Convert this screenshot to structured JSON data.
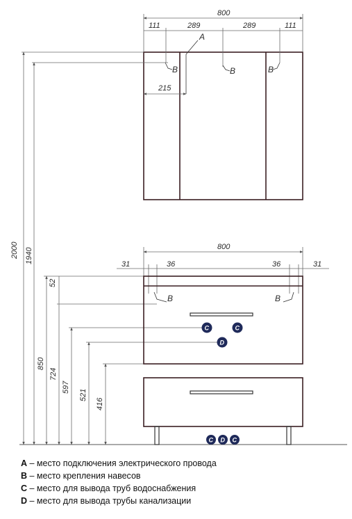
{
  "top_cabinet": {
    "width": "800",
    "segments": [
      "111",
      "289",
      "289",
      "111"
    ],
    "door_offset": "215",
    "label_a": "A",
    "label_b": "B"
  },
  "heights": {
    "total": "2000",
    "mirror_mount": "1940",
    "base_top": "850",
    "base_mount": "724",
    "pipes_c": "597",
    "pipe_d": "521",
    "cabinet_bottom": "416",
    "gap_52": "52"
  },
  "base_cabinet": {
    "width": "800",
    "edge_left": "31",
    "inset_left": "36",
    "inset_right": "36",
    "edge_right": "31",
    "label_b": "B",
    "label_c": "C",
    "label_d": "D"
  },
  "colors": {
    "badge": "#1f2a5a",
    "cabinet_line": "#3a1e22"
  },
  "legend": [
    {
      "key": "A",
      "text": " – место подключения электрического провода"
    },
    {
      "key": "B",
      "text": " – место крепления навесов"
    },
    {
      "key": "C",
      "text": " – место для вывода труб водоснабжения"
    },
    {
      "key": "D",
      "text": " – место для вывода трубы канализации"
    }
  ]
}
